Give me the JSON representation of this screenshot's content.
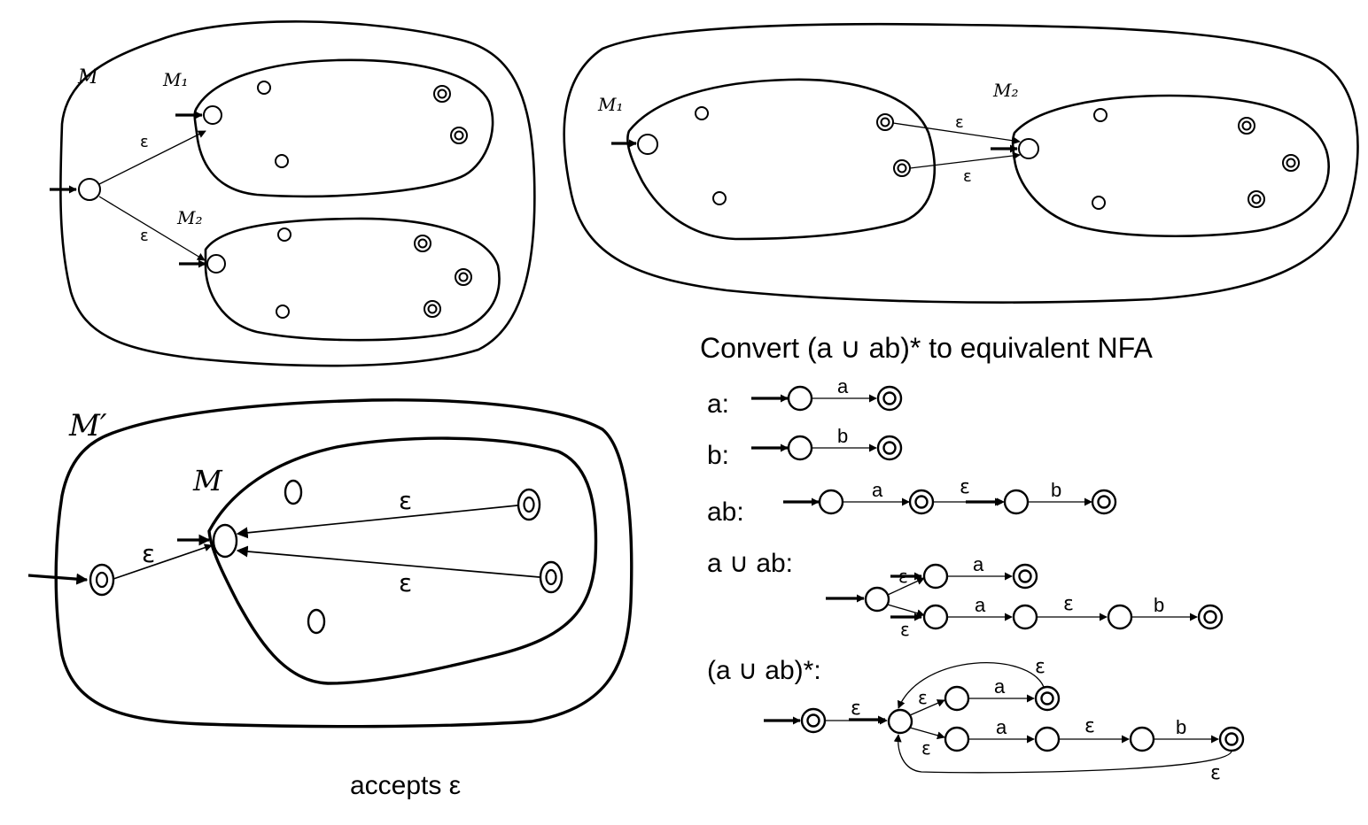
{
  "diagram1": {
    "outer": "M",
    "m1": "M₁",
    "m2": "M₂",
    "eps_top": "ε",
    "eps_bottom": "ε"
  },
  "diagram2": {
    "m1": "M₁",
    "m2": "M₂",
    "eps_top": "ε",
    "eps_bottom": "ε"
  },
  "diagram3": {
    "outer": "M′",
    "inner": "M",
    "eps_start": "ε",
    "eps_top": "ε",
    "eps_bottom": "ε",
    "caption": "accepts ε"
  },
  "conversion": {
    "title": "Convert  (a ∪ ab)* to equivalent NFA",
    "row_a": {
      "label": "a:",
      "t1": "a"
    },
    "row_b": {
      "label": "b:",
      "t1": "b"
    },
    "row_ab": {
      "label": "ab:",
      "t1": "a",
      "t2": "ε",
      "t3": "b"
    },
    "row_union": {
      "label": "a ∪ ab:",
      "e1": "ε",
      "e2": "ε",
      "t1": "a",
      "t2": "a",
      "t3": "ε",
      "t4": "b"
    },
    "row_star": {
      "label": "(a ∪ ab)*:",
      "e0": "ε",
      "e1": "ε",
      "e2": "ε",
      "t1": "a",
      "t2": "a",
      "t3": "ε",
      "t4": "b",
      "loop_top": "ε",
      "loop_bottom": "ε"
    }
  }
}
